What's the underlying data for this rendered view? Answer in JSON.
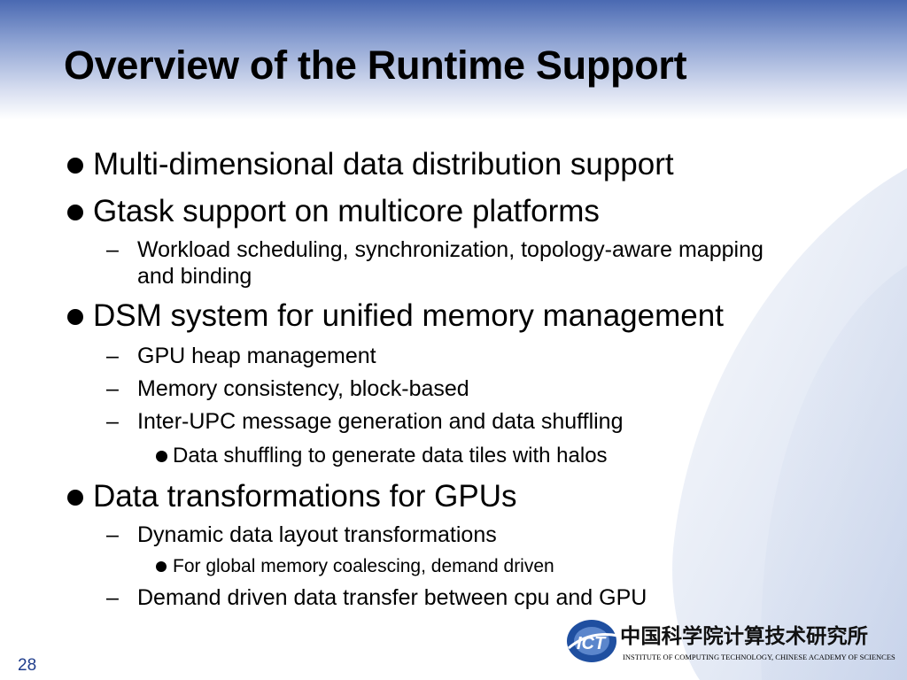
{
  "slide": {
    "title": "Overview of the Runtime Support",
    "page_number": "28"
  },
  "bullets": [
    {
      "text": "Multi-dimensional data distribution support"
    },
    {
      "text": "Gtask support on multicore platforms",
      "children": [
        {
          "marker": "–",
          "text": "Workload scheduling, synchronization, topology-aware mapping",
          "continuation": "and binding"
        }
      ]
    },
    {
      "text": "DSM system for unified memory management",
      "children": [
        {
          "marker": "–",
          "text": "GPU heap management"
        },
        {
          "marker": "–",
          "text": "Memory consistency, block-based"
        },
        {
          "marker": "–",
          "text": "Inter-UPC message generation and data shuffling",
          "children": [
            {
              "text": "Data shuffling to generate data tiles with halos"
            }
          ]
        }
      ]
    },
    {
      "text": "Data transformations for GPUs",
      "children": [
        {
          "marker": "–",
          "text": "Dynamic data layout transformations",
          "children": [
            {
              "text": "For global memory coalescing, demand driven"
            }
          ]
        },
        {
          "marker": "–",
          "text": "Demand driven data transfer between cpu and GPU"
        }
      ]
    }
  ],
  "logo": {
    "abbr": "ICT",
    "chinese_name": "中国科学院计算技术研究所",
    "english_name": "INSTITUTE OF COMPUTING TECHNOLOGY, CHINESE ACADEMY OF SCIENCES"
  },
  "colors": {
    "header_blue": "#4a69b2",
    "logo_blue": "#1f4fa0",
    "page_number": "#1f3d8c"
  }
}
